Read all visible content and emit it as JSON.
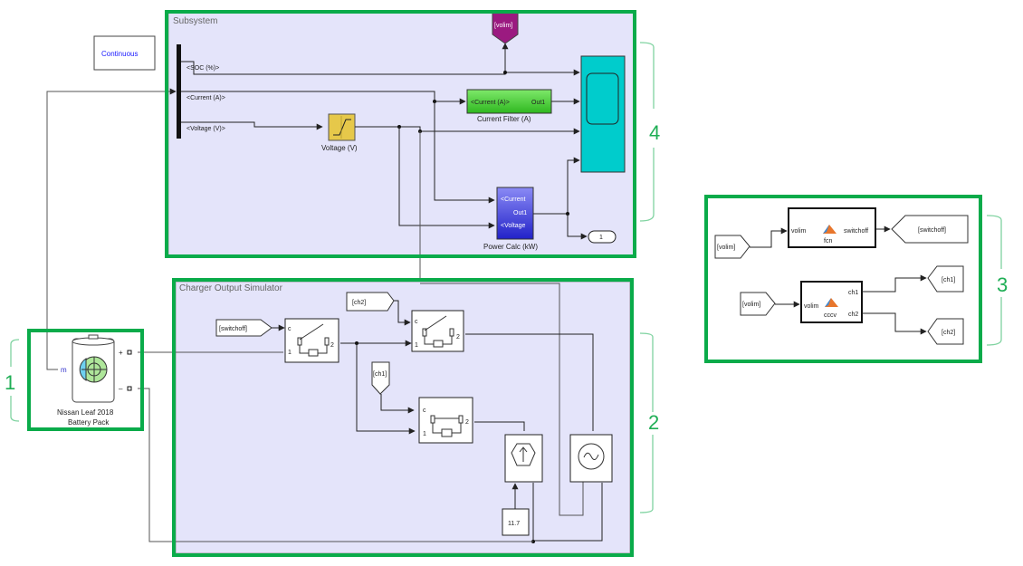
{
  "solver_block": {
    "label": "Continuous",
    "text_color": "#1a1aff"
  },
  "annotations": [
    {
      "id": "1",
      "label": "1"
    },
    {
      "id": "2",
      "label": "2"
    },
    {
      "id": "3",
      "label": "3"
    },
    {
      "id": "4",
      "label": "4"
    }
  ],
  "highlight_color": "#0aab4a",
  "battery": {
    "label_line1": "Nissan Leaf 2018",
    "label_line2": "Battery Pack",
    "port_m": "m",
    "port_plus": "+",
    "port_minus": "–"
  },
  "subsystem": {
    "title": "Subsystem",
    "bus_signals": [
      "<SOC (%)>",
      "<Current (A)>",
      "<Voltage (V)>"
    ],
    "saturation_label": "Voltage (V)",
    "goto_volim": "[volim]",
    "current_filter": {
      "in_port": "<Current (A)>",
      "out_port": "Out1",
      "label": "Current Filter (A)",
      "color": "#44cc33"
    },
    "power_calc": {
      "in_ports": [
        "<Current",
        "<Voltage"
      ],
      "out_port": "Out1",
      "label": "Power Calc (kW)",
      "color": "#4040e0"
    },
    "outport": "1",
    "scope_color": "#00cccc"
  },
  "charger": {
    "title": "Charger Output Simulator",
    "from_switchoff": "[switchoff]",
    "from_ch2": "[ch2]",
    "from_ch1": "[ch1]",
    "switch_ports": {
      "c": "c",
      "in": "1",
      "out": "2"
    },
    "constant_value": "11.7"
  },
  "logic": {
    "fcn_block": {
      "in_port": "volim",
      "out_port": "switchoff",
      "name": "fcn"
    },
    "cccv_block": {
      "in_port": "volim",
      "out_ports": [
        "ch1",
        "ch2"
      ],
      "name": "cccv"
    },
    "from_volim_1": "[volim]",
    "from_volim_2": "[volim]",
    "goto_switchoff": "[switchoff]",
    "goto_ch1": "[ch1]",
    "goto_ch2": "[ch2]"
  }
}
